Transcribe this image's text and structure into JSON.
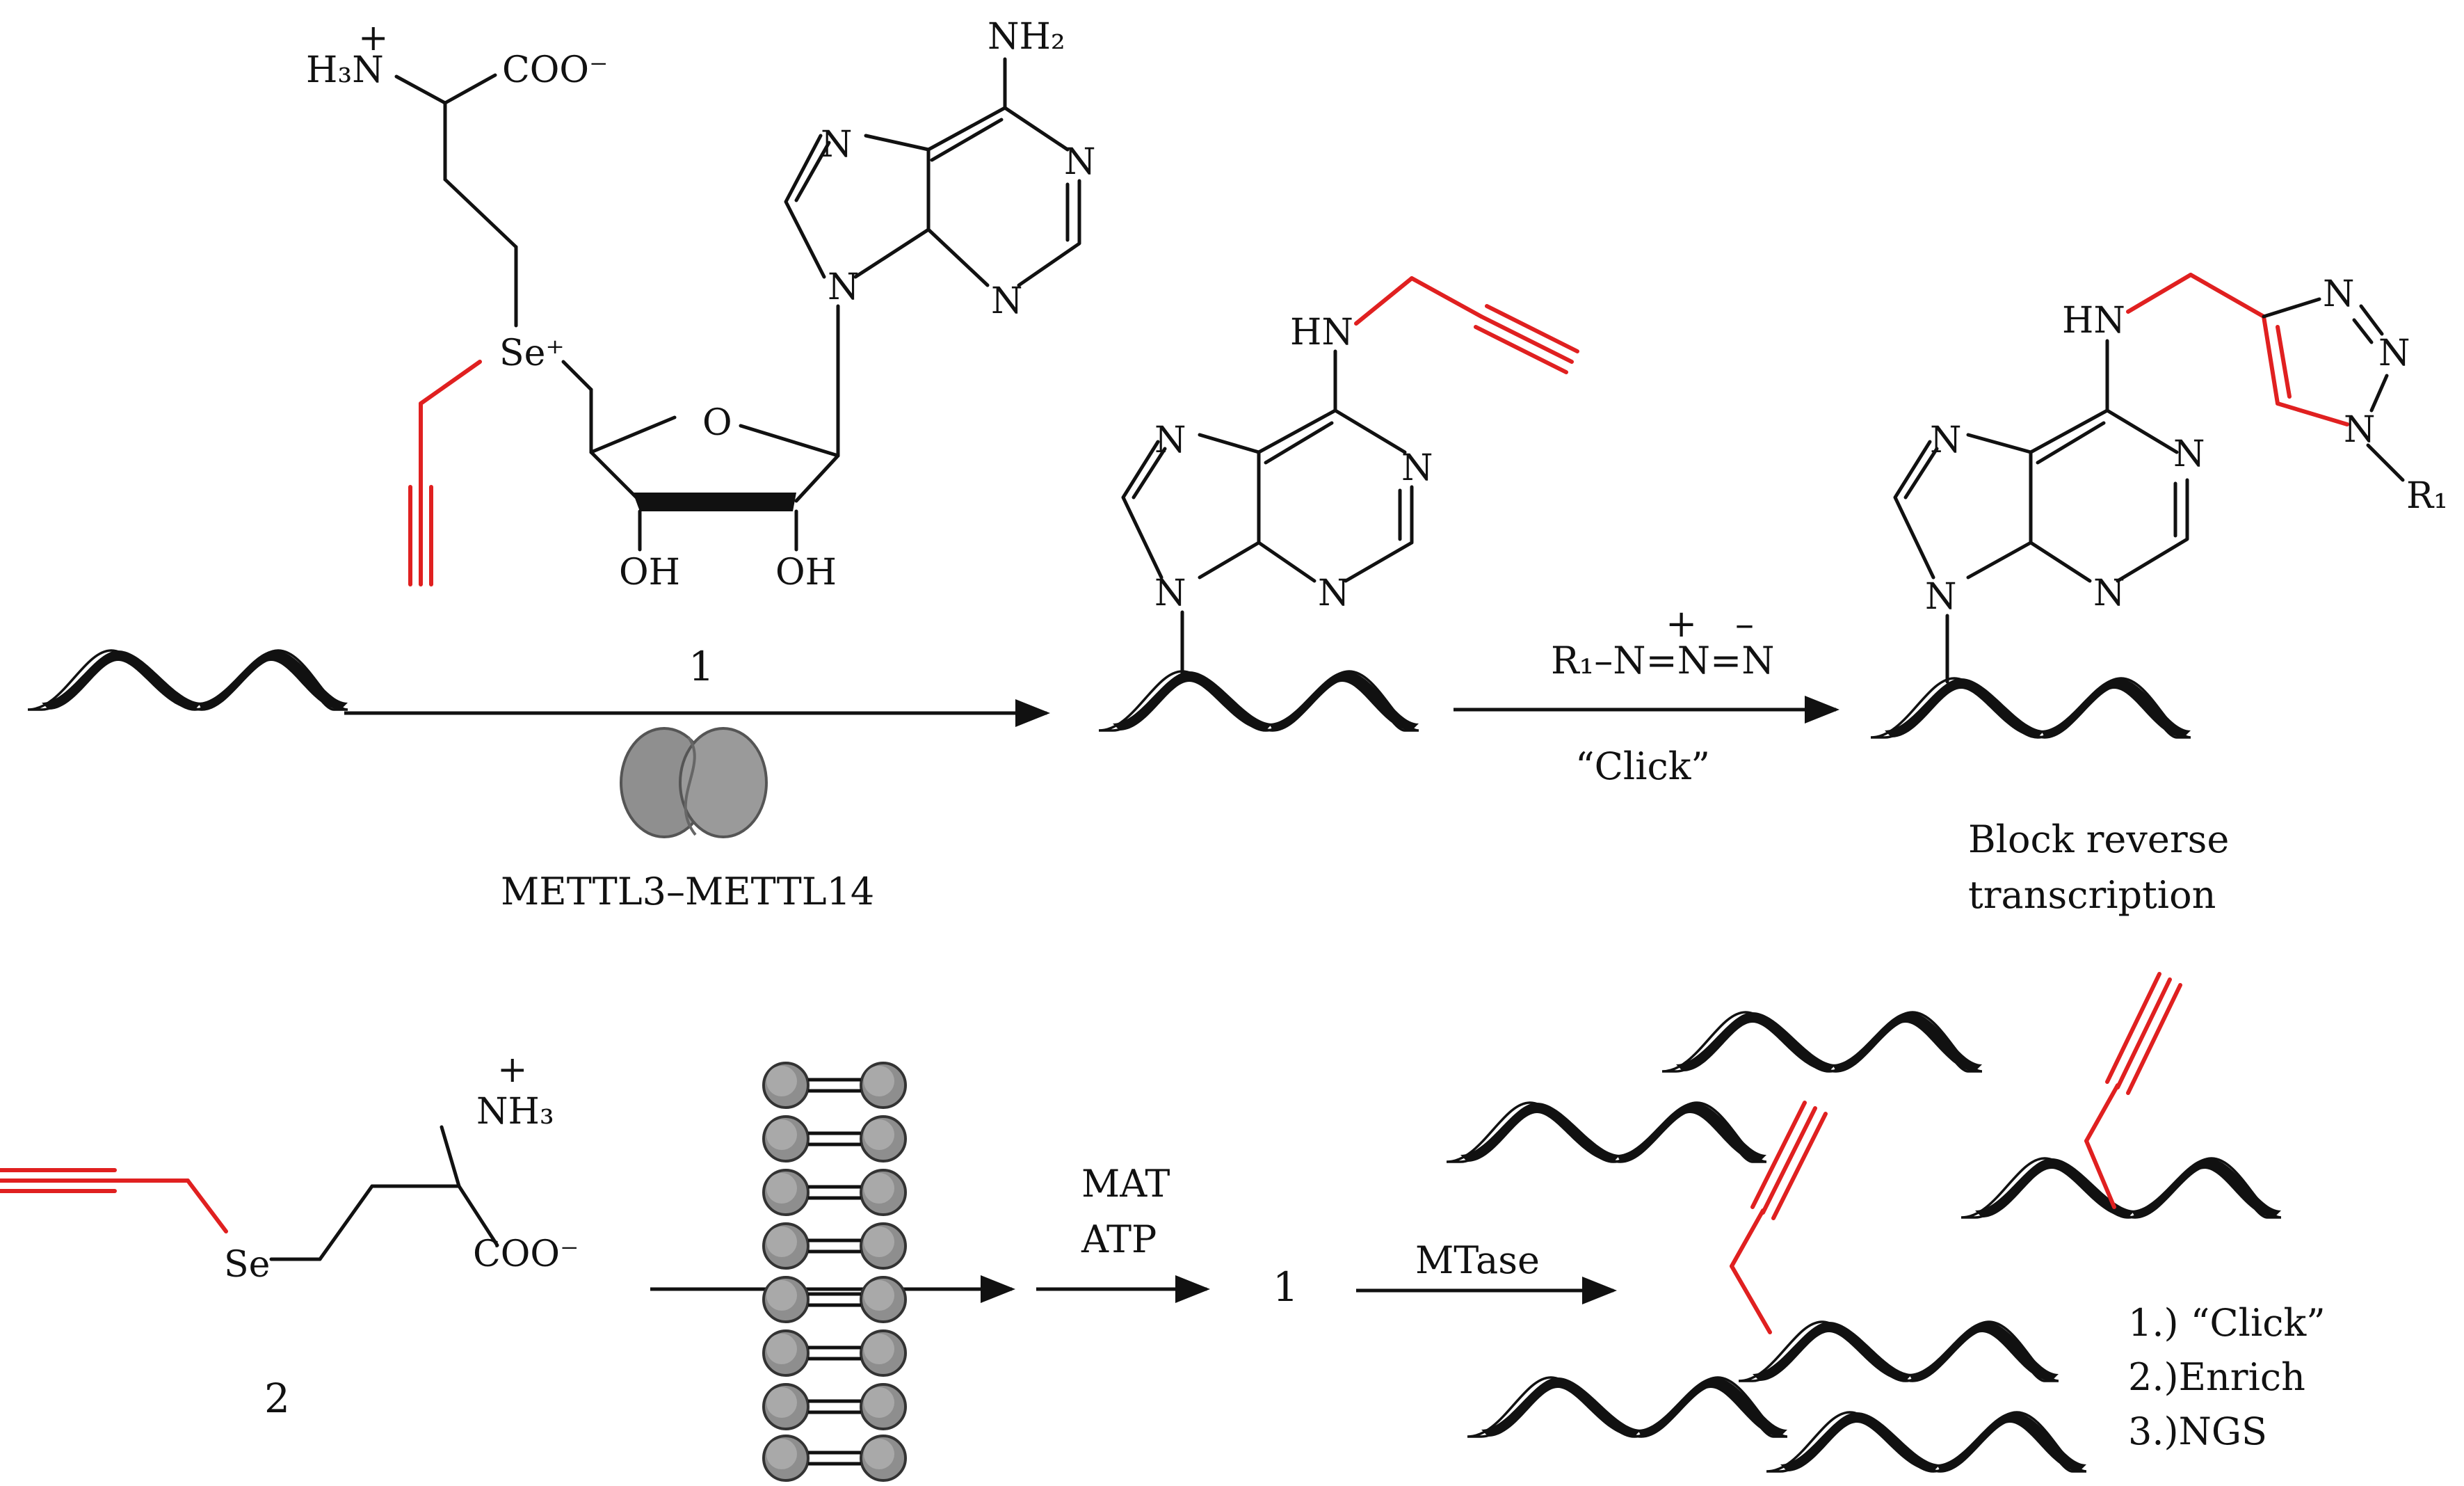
{
  "figure": {
    "compound_1_number": "1",
    "compound_2_number": "2",
    "arrow_label_upper_1": "1",
    "enzyme_label": "METTL3–METTL14",
    "azide_reagent": "R₁–N=N=N",
    "click_label": "“Click”",
    "block_label_line1": "Block reverse",
    "block_label_line2": "transcription",
    "mat_label": "MAT",
    "atp_label": "ATP",
    "compound_mid_label": "1",
    "mtase_label": "MTase",
    "steps": [
      "1.)  “Click”",
      "2.)Enrich",
      "3.)NGS"
    ],
    "atoms": {
      "h3n": "H₃N",
      "plus": "+",
      "coo": "COO⁻",
      "nh2": "NH₂",
      "se_plus": "Se⁺",
      "o": "O",
      "oh": "OH",
      "n": "N",
      "hn": "HN",
      "r1": "R₁",
      "nh3": "NH₃",
      "se": "Se",
      "minus": "–"
    }
  }
}
